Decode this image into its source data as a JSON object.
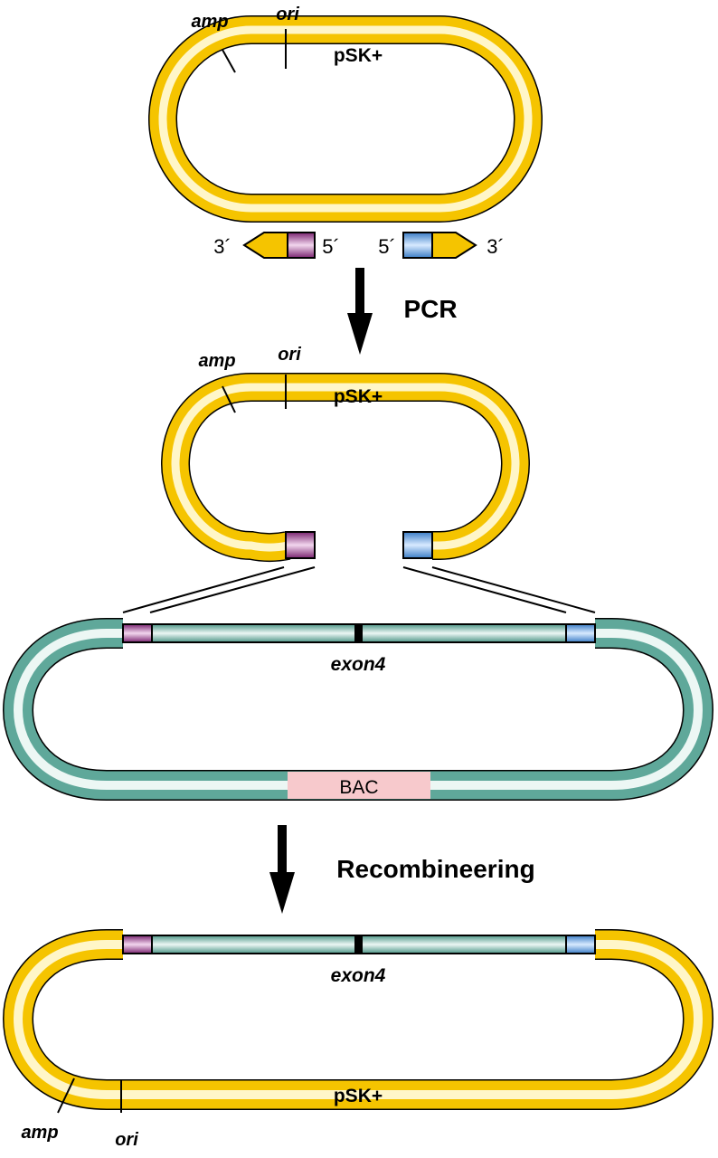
{
  "colors": {
    "plasmid_yellow": "#f5c400",
    "plasmid_yellow_light": "#fff6c8",
    "bac_teal": "#5fa89a",
    "bac_teal_light": "#ecf7f4",
    "homology_purple": "#8b2f7e",
    "homology_blue": "#4a8fd6",
    "bac_marker_pink": "#f7c9cc",
    "exon_black": "#000000"
  },
  "top_plasmid": {
    "name": "pSK+",
    "amp_label": "amp",
    "ori_label": "ori"
  },
  "primers": {
    "left_3prime": "3´",
    "left_5prime": "5´",
    "right_5prime": "5´",
    "right_3prime": "3´"
  },
  "step1": {
    "label": "PCR"
  },
  "pcr_product": {
    "name": "pSK+",
    "amp_label": "amp",
    "ori_label": "ori"
  },
  "bac": {
    "exon_label": "exon4",
    "bac_label": "BAC"
  },
  "step2": {
    "label": "Recombineering"
  },
  "final_plasmid": {
    "name": "pSK+",
    "exon_label": "exon4",
    "amp_label": "amp",
    "ori_label": "ori"
  }
}
